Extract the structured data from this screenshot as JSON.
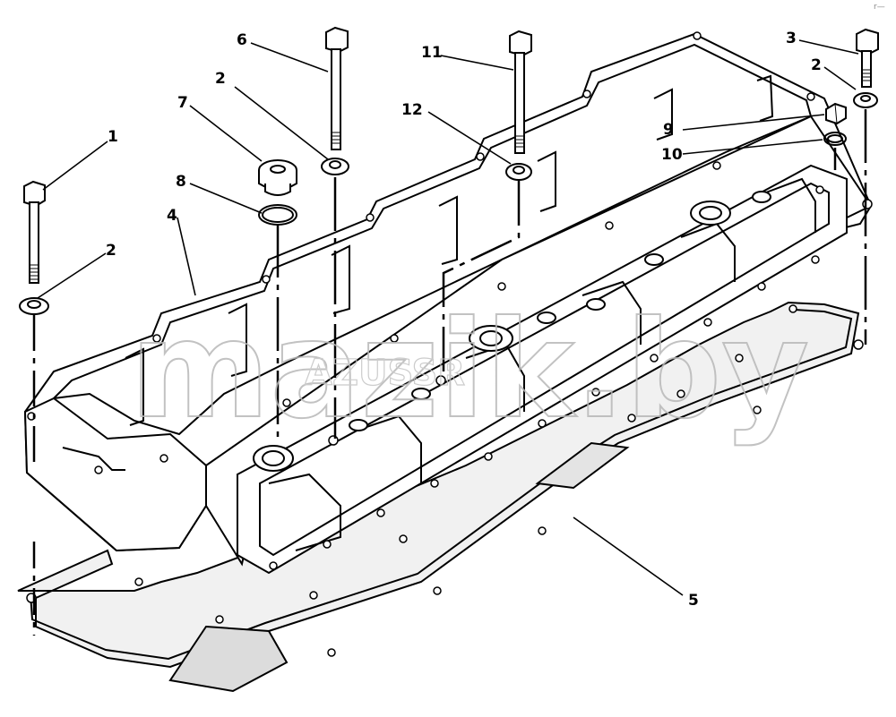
{
  "diagram": {
    "callouts": {
      "c1": "1",
      "c2a": "2",
      "c2b": "2",
      "c2c": "2",
      "c3": "3",
      "c4": "4",
      "c5": "5",
      "c6": "6",
      "c7": "7",
      "c8": "8",
      "c9": "9",
      "c10": "10",
      "c11": "11",
      "c12": "12"
    },
    "watermark": {
      "main": "mazik.by",
      "sub": "AZUSSR"
    },
    "corner_mark": "r—"
  }
}
